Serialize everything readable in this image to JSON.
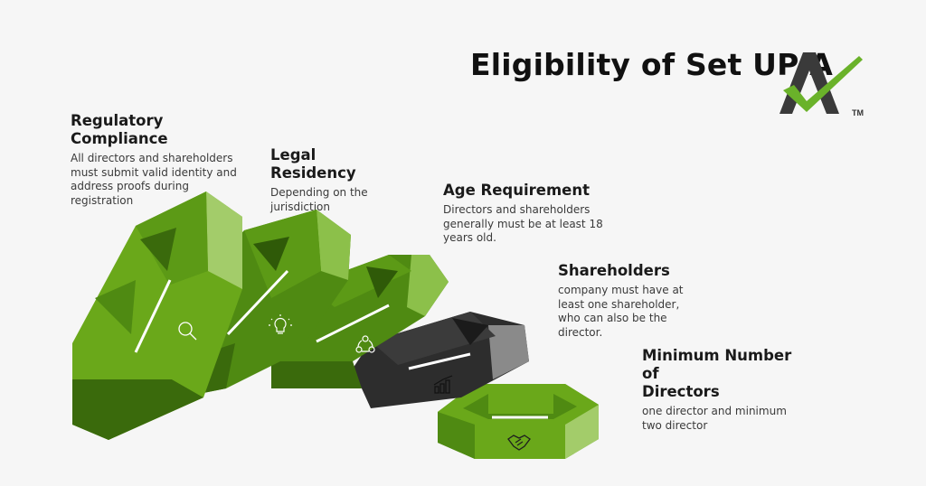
{
  "header": {
    "title": "Eligibility of Set UP A",
    "logo": {
      "icon": "a-checkmark-logo-icon",
      "trademark": "TM"
    }
  },
  "colors": {
    "background": "#f6f6f6",
    "green_light": "#a3cc6a",
    "green_mid": "#6aa81a",
    "green_dark": "#4f8a12",
    "green_deep": "#3a6a0c",
    "dark_ring": "#2d2d2d",
    "dark_ring_side": "#8a8a8a",
    "logo_gray": "#3a3a3a",
    "logo_check": "#6ab22a"
  },
  "items": [
    {
      "title": "Regulatory Compliance",
      "text": "All directors and shareholders\nmust submit valid identity and\naddress proofs during registration",
      "icon": "magnifier-icon",
      "ring_color": "green"
    },
    {
      "title": "Legal Residency",
      "text": " Depending on the\njurisdiction",
      "icon": "lightbulb-icon",
      "ring_color": "green"
    },
    {
      "title": "Age Requirement",
      "text": "Directors and shareholders\ngenerally must be at least 18\nyears old.",
      "icon": "network-icon",
      "ring_color": "green"
    },
    {
      "title": "Shareholders",
      "text": "company must have at\nleast one shareholder,\nwho can also be the\ndirector.",
      "icon": "bar-chart-icon",
      "ring_color": "dark"
    },
    {
      "title": "Minimum Number of\nDirectors",
      "text": "one director and minimum\ntwo director",
      "icon": "handshake-icon",
      "ring_color": "green"
    }
  ]
}
